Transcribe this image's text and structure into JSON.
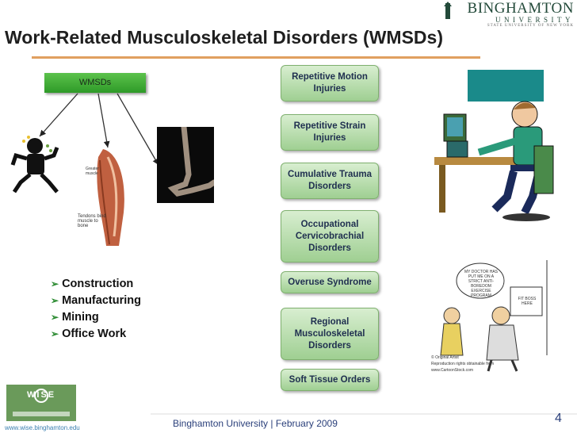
{
  "logo": {
    "name": "BINGHAMTON",
    "sub": "UNIVERSITY",
    "tagline": "STATE UNIVERSITY OF NEW YORK"
  },
  "title": "Work-Related Musculoskeletal Disorders (WMSDs)",
  "wmsds_label": "WMSDs",
  "arm_labels": {
    "muscle": "Greater muscle",
    "tendons": "Tendons bind muscle to bone"
  },
  "disorders": [
    "Repetitive Motion Injuries",
    "Repetitive Strain Injuries",
    "Cumulative Trauma Disorders",
    "Occupational Cervicobrachial Disorders",
    "Overuse Syndrome",
    "Regional Musculoskeletal Disorders",
    "Soft Tissue Orders"
  ],
  "industries": [
    "Construction",
    "Manufacturing",
    "Mining",
    "Office Work"
  ],
  "cartoon": {
    "bubble": "MY DOCTOR HAS PUT ME ON A STRICT ANTI-BOREDOM EXERCISE PROGRAM",
    "sign": "FIT BOSS HERE",
    "credit1": "© Original Artist",
    "credit2": "Reproduction rights obtainable from",
    "credit3": "www.CartoonStock.com"
  },
  "footer": "Binghamton University | February 2009",
  "page_number": "4",
  "wise": {
    "word": "WISE",
    "url": "www.wise.binghamton.edu"
  },
  "colors": {
    "accent_rule": "#e0a060",
    "box_green": "#9fcf92",
    "footer_blue": "#2a3f7a"
  }
}
